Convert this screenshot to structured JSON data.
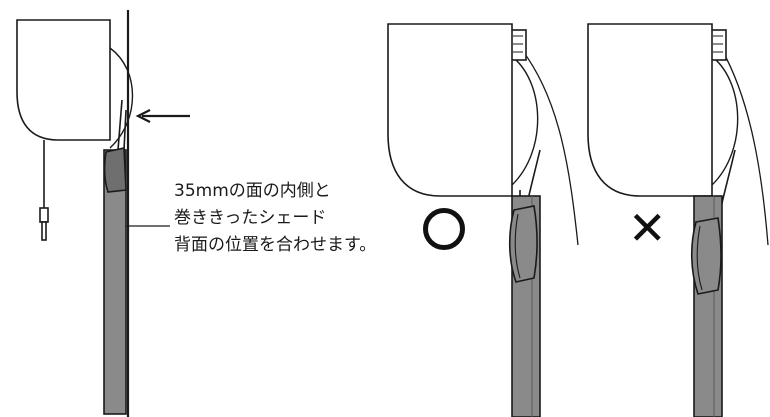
{
  "caption": {
    "line1": "35mmの面の内側と",
    "line2": "巻ききったシェード",
    "line3": "背面の位置を合わせます。"
  },
  "marks": {
    "correct": "",
    "incorrect": "✕"
  },
  "colors": {
    "line": "#1a1a1a",
    "rail": "#8a8a8a",
    "rail_dark": "#6f6f6f",
    "body": "#ffffff"
  }
}
